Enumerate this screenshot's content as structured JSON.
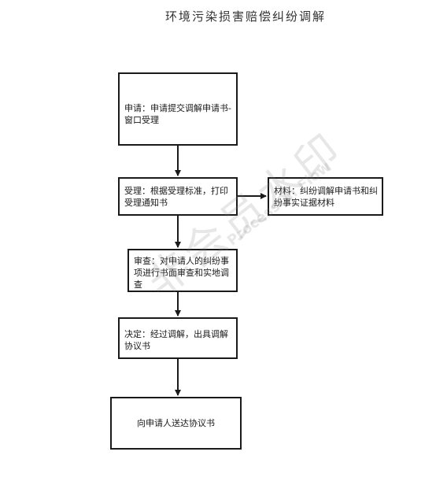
{
  "title": "环境污染损害赔偿纠纷调解",
  "steps": {
    "apply": "申请：申请提交调解申请书-窗口受理",
    "accept": "受理：根据受理标准，打印受理通知书",
    "material": "材料：纠纷调解申请书和纠纷事实证据材料",
    "review": "审查：对申请人的纠纷事项进行书面审查和实地调查",
    "decision": "决定：经过调解，出具调解协议书",
    "deliver": "向申请人送达协议书"
  },
  "watermark": {
    "text": "非会员水印",
    "brand": "ProcessOn Flow"
  },
  "colors": {
    "line": "#1a1a1a",
    "box_border": "#1a1a1a",
    "watermark": "#b0b0b0"
  }
}
